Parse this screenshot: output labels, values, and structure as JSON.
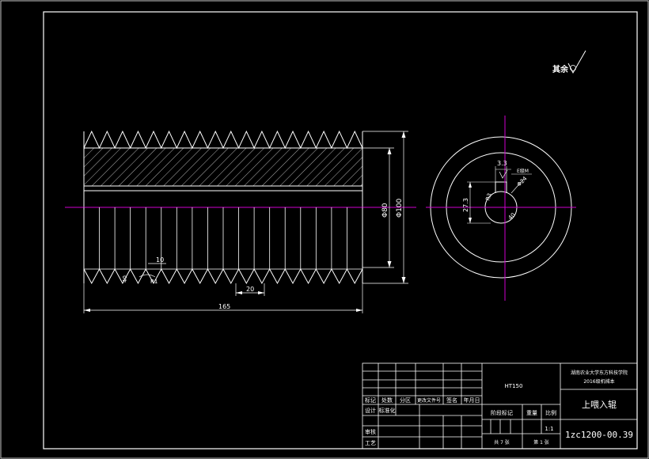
{
  "roughness": {
    "symbol_label": "其余"
  },
  "dimensions": {
    "d80": "Φ80",
    "d100": "Φ100",
    "pitch": "10",
    "lead_20": "20",
    "length": "165",
    "key_width": "3.3",
    "key_height": "27.3",
    "r_small": "R3",
    "bore": "Φ24",
    "spec_small": "E级M",
    "thread_angle": "40",
    "r1": "R1",
    "angle_label": "40"
  },
  "title_block": {
    "material": "HT150",
    "school_line1": "湖南农业大学东方科技学院",
    "school_line2": "2016级机械本",
    "part_name": "上喂入辊",
    "drawing_no": "1zc1200-00.39",
    "scale": "1:1",
    "sheet_count": "共 7 张",
    "sheet_no": "第 1 张",
    "labels": {
      "mark": "标记",
      "count": "处数",
      "zone": "分区",
      "change_doc": "更改文件号",
      "sign": "签名",
      "date": "年月日",
      "design": "设计",
      "standard": "标准化",
      "stage_mark": "阶段标记",
      "weight": "重量",
      "ratio": "比例",
      "review": "审核",
      "process": "工艺"
    }
  }
}
